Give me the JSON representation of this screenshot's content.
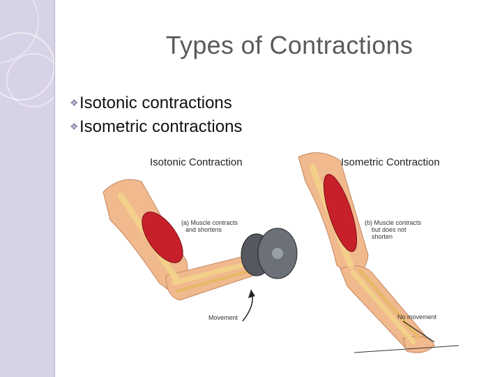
{
  "title": "Types of Contractions",
  "bullets": [
    "Isotonic contractions",
    "Isometric contractions"
  ],
  "figure": {
    "isotonic": {
      "title": "Isotonic Contraction",
      "caption_line1": "(a) Muscle contracts",
      "caption_line2": "and shortens",
      "movement_label": "Movement"
    },
    "isometric": {
      "title": "Isometric Contraction",
      "caption_line1": "(b) Muscle contracts",
      "caption_line2": "but does not",
      "caption_line3": "shorten",
      "movement_label": "No movement"
    }
  },
  "colors": {
    "sidebar": "#d8d2e6",
    "muscle": "#c8202a",
    "skin": "#f1b98e",
    "bone": "#f3d08a"
  }
}
